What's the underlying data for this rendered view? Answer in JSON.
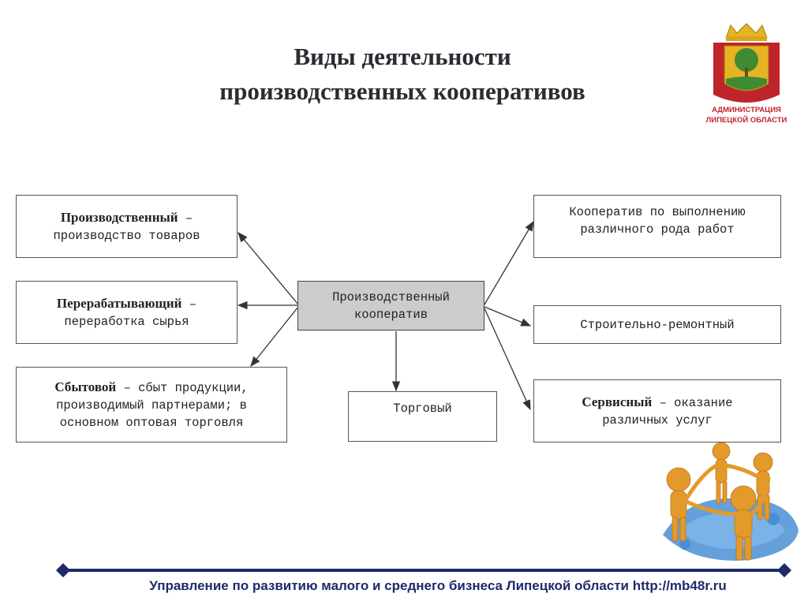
{
  "title": {
    "line1": "Виды деятельности",
    "line2": "производственных кооперативов"
  },
  "emblem": {
    "icon": "lipetsk-coat-of-arms-icon",
    "line1": "АДМИНИСТРАЦИЯ",
    "line2": "ЛИПЕЦКОЙ ОБЛАСТИ",
    "color": "#c0242b"
  },
  "diagram": {
    "center": {
      "line1": "Производственный",
      "line2": "кооператив"
    },
    "left": [
      {
        "bold": "Производственный",
        "rest": " –",
        "line2": "производство товаров"
      },
      {
        "bold": "Перерабатывающий",
        "rest": " –",
        "line2": "переработка сырья"
      },
      {
        "bold": "Сбытовой",
        "rest": " – сбыт продукции,",
        "line2": "производимый партнерами; в",
        "line3": "основном оптовая торговля"
      }
    ],
    "bottom": {
      "label": "Торговый"
    },
    "right": [
      {
        "line1": "Кооператив по выполнению",
        "line2": "различного рода работ"
      },
      {
        "line1": "Строительно-ремонтный"
      },
      {
        "bold": "Сервисный",
        "rest": " – оказание",
        "line2": "различных услуг"
      }
    ]
  },
  "footer": {
    "text": "Управление по развитию малого и среднего бизнеса Липецкой области http://mb48r.ru",
    "color": "#1d2a6b"
  },
  "illustration": {
    "icon": "people-puzzle-circle-icon"
  }
}
